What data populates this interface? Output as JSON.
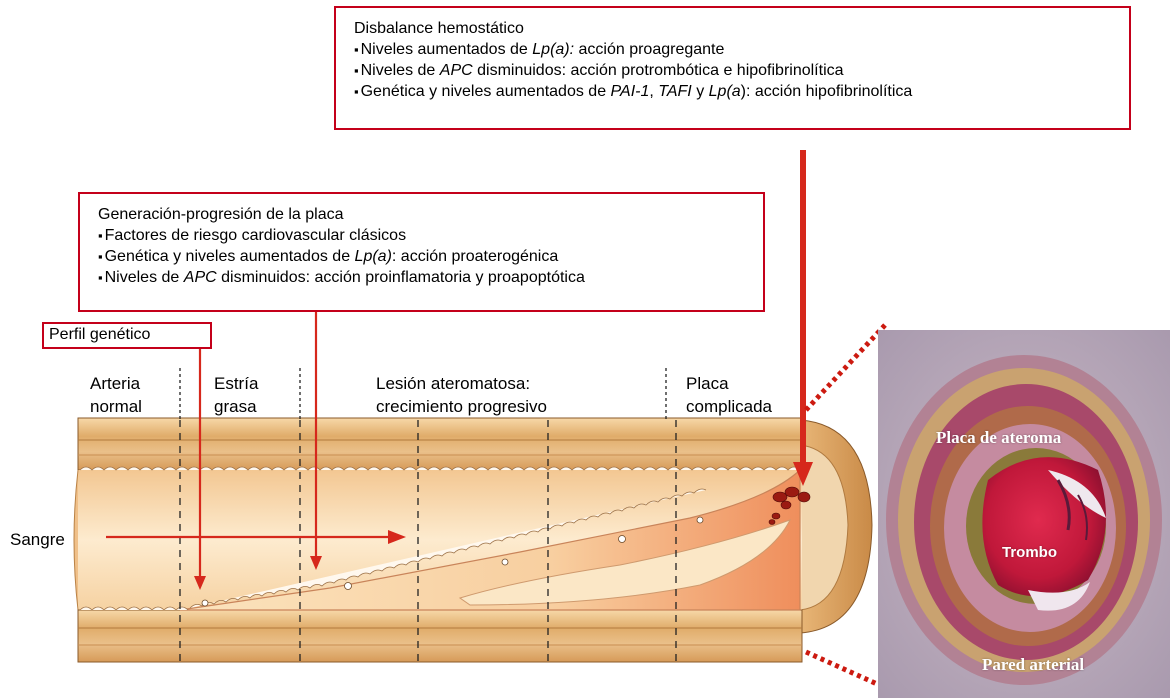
{
  "hemostatic_box": {
    "title": "Disbalance hemostático",
    "items": [
      {
        "a": "Niveles aumentados de ",
        "b": "Lp(a):",
        "c": " acción proagregante",
        "d": "",
        "e": "",
        "f": "",
        "g": ""
      },
      {
        "a": "Niveles de ",
        "b": "APC",
        "c": " disminuidos: acción protrombótica e hipofibrinolítica",
        "d": "",
        "e": "",
        "f": "",
        "g": ""
      },
      {
        "a": "Genética y niveles aumentados de ",
        "b": "PAI-1",
        "c": ", ",
        "d": "TAFI",
        "e": " y ",
        "f": "Lp(a",
        "g": "): acción hipofibrinolítica"
      }
    ]
  },
  "plaque_box": {
    "title": "Generación-progresión de la placa",
    "items": [
      {
        "a": "Factores de riesgo cardiovascular clásicos",
        "b": "",
        "c": ""
      },
      {
        "a": "Genética y niveles aumentados de ",
        "b": "Lp(a)",
        "c": ": acción proaterogénica"
      },
      {
        "a": "Niveles de ",
        "b": "APC",
        "c": " disminuidos: acción proinflamatoria y proapoptótica"
      }
    ]
  },
  "genetic_box": {
    "label": "Perfil genético"
  },
  "stages": [
    {
      "line1": "Arteria",
      "line2": "normal"
    },
    {
      "line1": "Estría",
      "line2": "grasa"
    },
    {
      "line1": "Lesión ateromatosa:",
      "line2": "crecimiento progresivo"
    },
    {
      "line1": "Placa",
      "line2": "complicada"
    }
  ],
  "blood_label": "Sangre",
  "micrograph": {
    "plaque_label": "Placa de ateroma",
    "thrombus_label": "Trombo",
    "wall_label": "Pared arterial"
  },
  "colors": {
    "accent_red": "#c4001a",
    "wall_tan": "#e4b878",
    "lumen_light": "#fbe6c4",
    "plaque_pink": "#f4a37a"
  }
}
